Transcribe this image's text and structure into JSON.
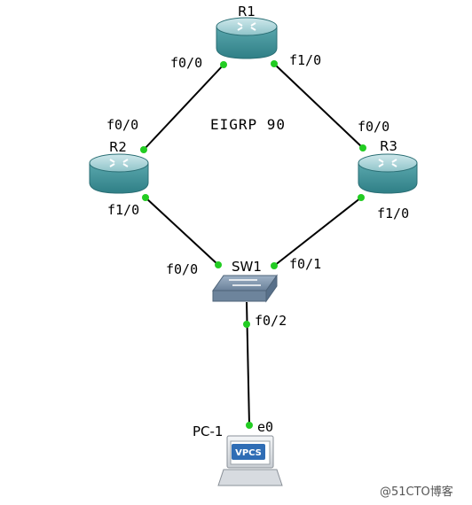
{
  "diagram": {
    "protocol_label": "EIGRP 90",
    "watermark": "@51CTO博客",
    "colors": {
      "router_body": "#3d8f96",
      "router_top": "#a8d3d8",
      "switch_body": "#7f95ad",
      "switch_top": "#c9d6e4",
      "link_status": "#22cc22",
      "vpcs_badge": "#2f6db5"
    },
    "nodes": [
      {
        "id": "R1",
        "label": "R1",
        "type": "router"
      },
      {
        "id": "R2",
        "label": "R2",
        "type": "router"
      },
      {
        "id": "R3",
        "label": "R3",
        "type": "router"
      },
      {
        "id": "SW1",
        "label": "SW1",
        "type": "switch"
      },
      {
        "id": "PC1",
        "label": "PC-1",
        "type": "vpcs",
        "badge": "VPCS"
      }
    ],
    "links": [
      {
        "a": "R1",
        "a_if": "f0/0",
        "b": "R2",
        "b_if": "f0/0"
      },
      {
        "a": "R1",
        "a_if": "f1/0",
        "b": "R3",
        "b_if": "f0/0"
      },
      {
        "a": "R2",
        "a_if": "f1/0",
        "b": "SW1",
        "b_if": "f0/0"
      },
      {
        "a": "R3",
        "a_if": "f1/0",
        "b": "SW1",
        "b_if": "f0/1"
      },
      {
        "a": "SW1",
        "a_if": "f0/2",
        "b": "PC1",
        "b_if": "e0"
      }
    ]
  }
}
